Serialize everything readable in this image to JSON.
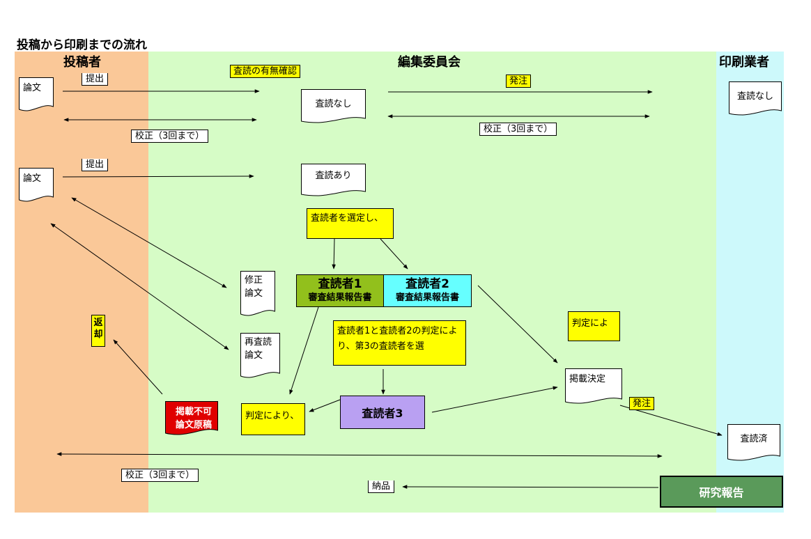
{
  "title": "投稿から印刷までの流れ",
  "lanes": {
    "author": "投稿者",
    "editor": "編集委員会",
    "printer": "印刷業者"
  },
  "labels": {
    "submit1": "提出",
    "submit2": "提出",
    "check_review": "査読の有無確認",
    "order1": "発注",
    "order2": "発注",
    "proof1": "校正（3回まで）",
    "proof2": "校正（3回まで）",
    "proof3": "校正（3回まで）",
    "delivery": "納品"
  },
  "documents": {
    "paper1": "論文",
    "paper2": "論文",
    "no_review_editor": "査読なし",
    "no_review_printer": "査読なし",
    "with_review": "査読あり",
    "revised_line1": "修正",
    "revised_line2": "論文",
    "rereview_line1": "再査読",
    "rereview_line2": "論文",
    "publish_decision": "掲載決定",
    "reviewed_printer": "査読済",
    "reject_line1": "掲載不可",
    "reject_line2": "論文原稿"
  },
  "boxes": {
    "select_reviewers": "査読者を選定し、",
    "reviewer1_name": "査読者1",
    "reviewer1_sub": "審査結果報告書",
    "reviewer2_name": "査読者2",
    "reviewer2_sub": "審査結果報告書",
    "third_reviewer_note": "査読者1と査読者2の判定により、第3の査読者を選",
    "reviewer3": "査読者3",
    "judgement_right": "判定によ",
    "judgement_left": "判定により、",
    "return_line1": "返",
    "return_line2": "却",
    "research_report": "研究報告"
  },
  "colors": {
    "author_lane": "#fac898",
    "editor_lane": "#d6fcc6",
    "printer_lane": "#cdf9fb",
    "yellow": "#ffff00",
    "reviewer1": "#92c01c",
    "reviewer2": "#66ffff",
    "reviewer3": "#b9a0f2",
    "reject": "#e00000",
    "report": "#5a9a5a"
  }
}
